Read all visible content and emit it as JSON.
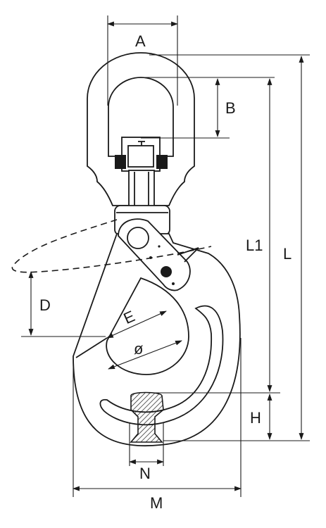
{
  "labels": {
    "A": "A",
    "B": "B",
    "D": "D",
    "E": "E",
    "diameter": "ø",
    "L1": "L1",
    "L": "L",
    "H": "H",
    "N": "N",
    "M": "M"
  },
  "colors": {
    "line": "#1a1a1a",
    "hatch": "#1a1a1a",
    "background": "#ffffff"
  }
}
